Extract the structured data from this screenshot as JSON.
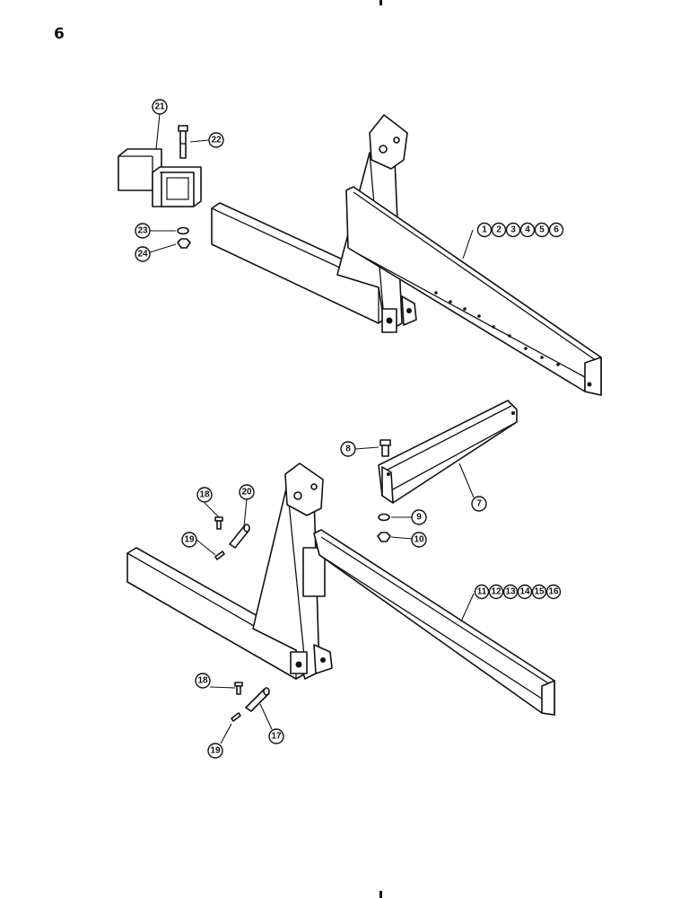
{
  "page_number": "6",
  "callouts": {
    "c1": "1",
    "c2": "2",
    "c3": "3",
    "c4": "4",
    "c5": "5",
    "c6": "6",
    "c7": "7",
    "c8": "8",
    "c9": "9",
    "c10": "10",
    "c11": "11",
    "c12": "12",
    "c13": "13",
    "c14": "14",
    "c15": "15",
    "c16": "16",
    "c17": "17",
    "c18a": "18",
    "c18b": "18",
    "c19a": "19",
    "c19b": "19",
    "c20": "20",
    "c21": "21",
    "c22": "22",
    "c23": "23",
    "c24": "24"
  }
}
